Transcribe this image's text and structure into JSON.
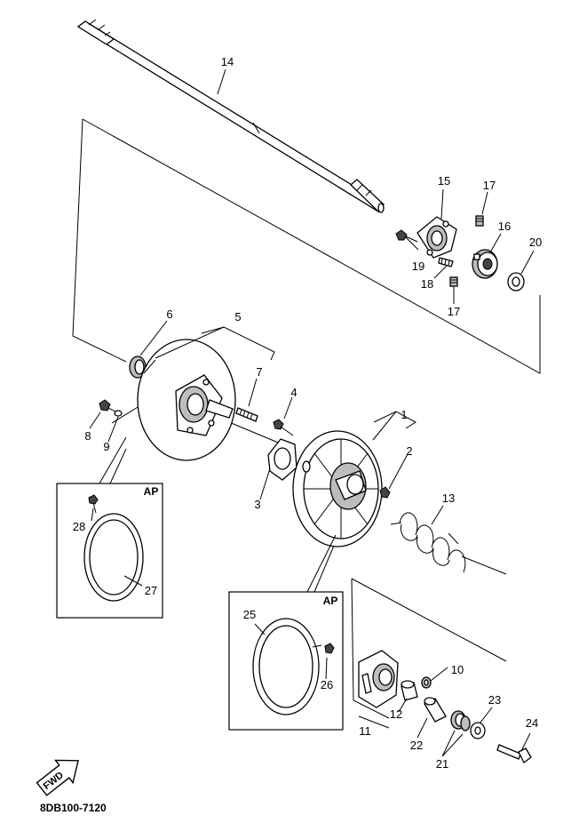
{
  "diagram": {
    "callouts": [
      "1",
      "2",
      "3",
      "4",
      "5",
      "6",
      "7",
      "8",
      "9",
      "10",
      "11",
      "12",
      "13",
      "14",
      "15",
      "16",
      "17",
      "17",
      "18",
      "19",
      "20",
      "21",
      "22",
      "23",
      "24",
      "25",
      "26",
      "27",
      "28"
    ],
    "inset_left_tag": "AP",
    "inset_right_tag": "AP",
    "direction_arrow": "FWD",
    "part_number": "8DB100-7120"
  }
}
